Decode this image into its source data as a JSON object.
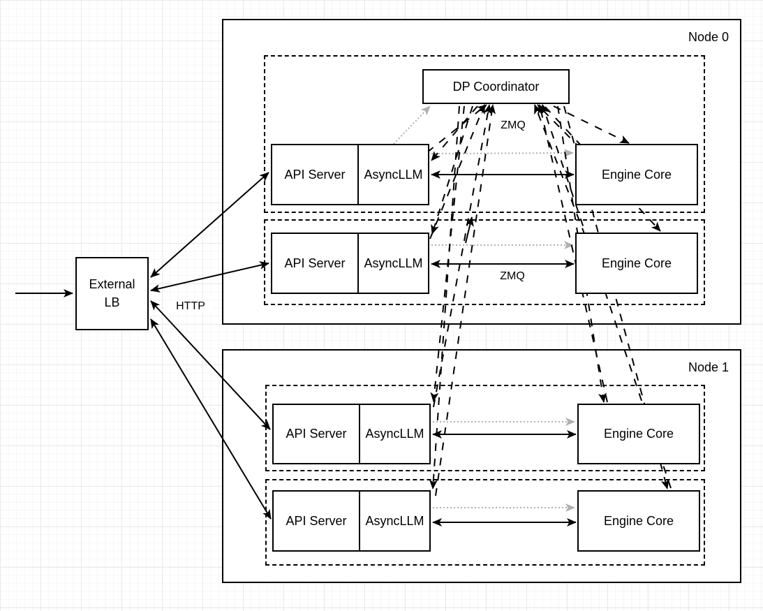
{
  "lb": {
    "line1": "External",
    "line2": "LB"
  },
  "coordinator": {
    "label": "DP Coordinator"
  },
  "nodes": [
    {
      "label": "Node 0",
      "rows": [
        {
          "api_server": "API Server",
          "async_llm": "AsyncLLM",
          "engine_core": "Engine Core"
        },
        {
          "api_server": "API Server",
          "async_llm": "AsyncLLM",
          "engine_core": "Engine Core"
        }
      ]
    },
    {
      "label": "Node 1",
      "rows": [
        {
          "api_server": "API Server",
          "async_llm": "AsyncLLM",
          "engine_core": "Engine Core"
        },
        {
          "api_server": "API Server",
          "async_llm": "AsyncLLM",
          "engine_core": "Engine Core"
        }
      ]
    }
  ],
  "arrow_labels": {
    "http": "HTTP",
    "zmq_coordinator": "ZMQ",
    "zmq_row": "ZMQ"
  },
  "colors": {
    "stroke": "#000000",
    "dotted_gray": "#b0b0b0",
    "fill": "#ffffff"
  }
}
